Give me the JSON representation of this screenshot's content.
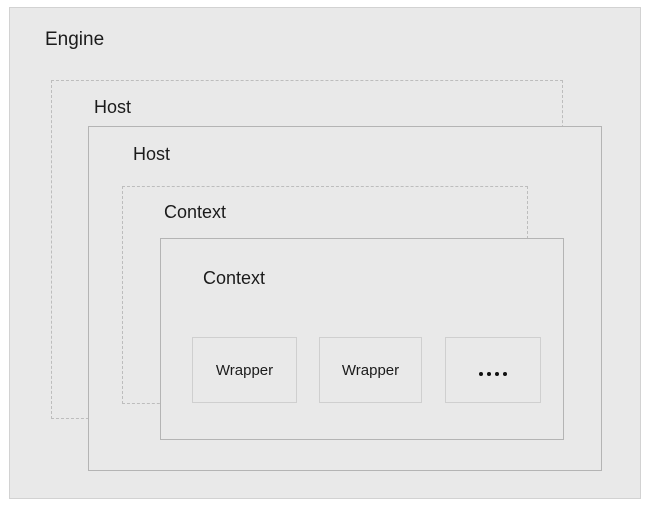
{
  "diagram": {
    "title": "Engine",
    "background_color": "#ffffff",
    "box_fill_color": "#e9e9e9",
    "solid_border_color": "#b4b4b4",
    "dashed_border_color": "#bdbdbd",
    "text_color": "#1b1b1b",
    "layers": [
      {
        "label": "Engine",
        "style": "solid",
        "level": 0
      },
      {
        "label": "Host",
        "style": "dashed",
        "level": 1
      },
      {
        "label": "Host",
        "style": "solid",
        "level": 2
      },
      {
        "label": "Context",
        "style": "dashed",
        "level": 3
      },
      {
        "label": "Context",
        "style": "solid",
        "level": 4
      }
    ],
    "wrappers": [
      {
        "label": "Wrapper",
        "kind": "text"
      },
      {
        "label": "Wrapper",
        "kind": "text"
      },
      {
        "label": "....",
        "kind": "ellipsis"
      }
    ]
  }
}
